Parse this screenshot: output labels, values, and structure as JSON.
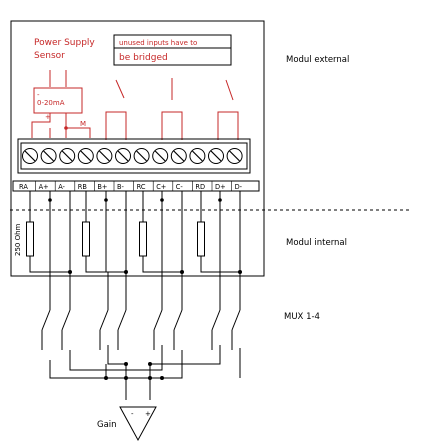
{
  "sensor_block": {
    "line1": "Power Supply",
    "line2": "Sensor"
  },
  "unused_note": {
    "line1": "unused inputs have to",
    "line2": "be bridged"
  },
  "current_label": "0-20mA",
  "minus_sign": "-",
  "plus_sign": "+",
  "m_label": "M",
  "terminals": [
    "RA",
    "A+",
    "A-",
    "RB",
    "B+",
    "B-",
    "RC",
    "C+",
    "C-",
    "RD",
    "D+",
    "D-"
  ],
  "module_external": "Modul external",
  "module_internal": "Modul internal",
  "resistor_label": "250 Ohm",
  "mux_label": "MUX 1-4",
  "amp_minus": "-",
  "amp_plus": "+",
  "gain_label": "Gain"
}
